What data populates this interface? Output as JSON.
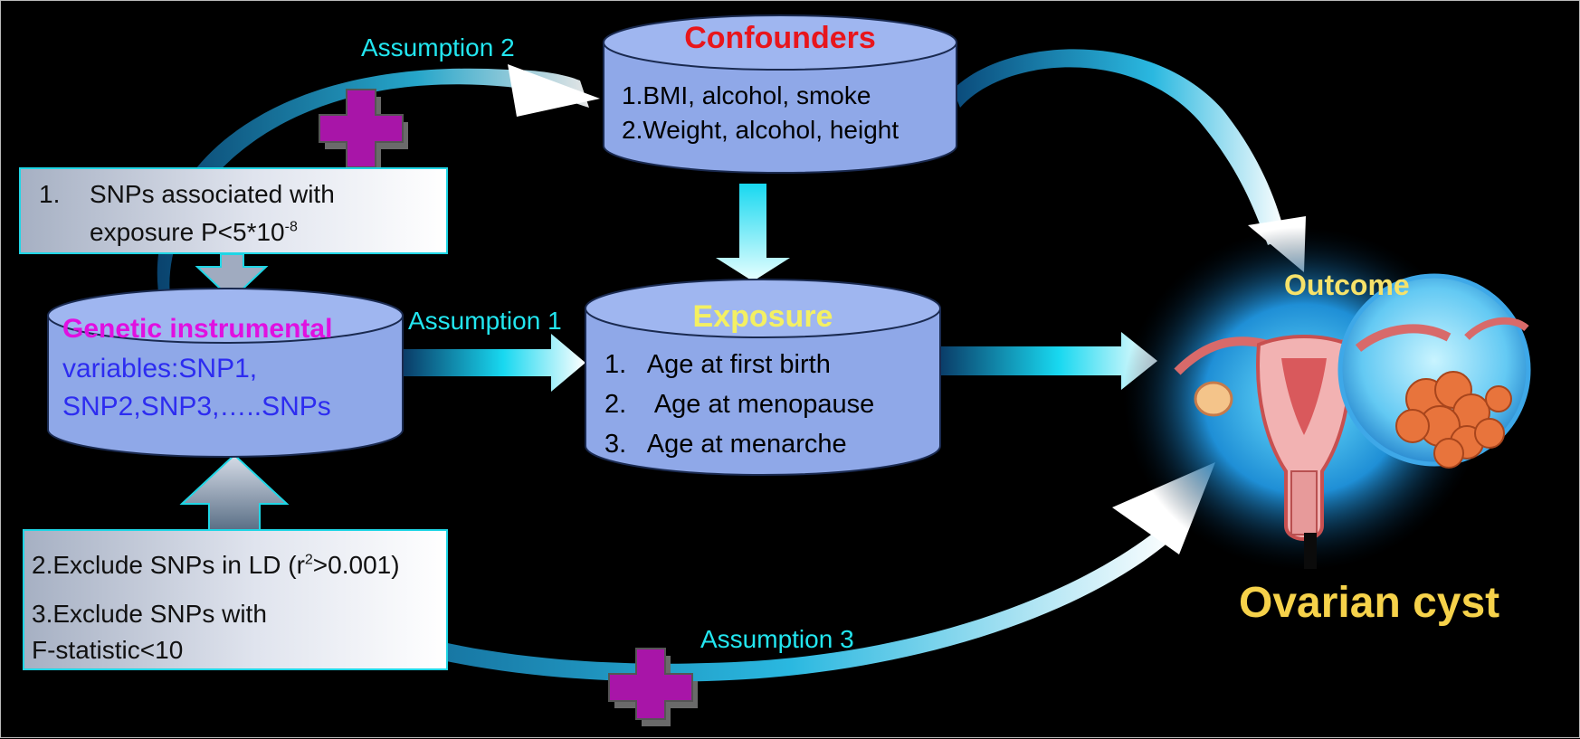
{
  "assumptions": {
    "a1": "Assumption 1",
    "a2": "Assumption 2",
    "a3": "Assumption 3"
  },
  "confounders": {
    "title": "Confounders",
    "line1": "1.BMI, alcohol, smoke",
    "line2": "2.Weight, alcohol, height"
  },
  "exposure": {
    "title": "Exposure",
    "items": [
      "1.   Age at first birth",
      "2.    Age at menopause",
      "3.   Age at menarche"
    ]
  },
  "instrument": {
    "title": "Genetic instrumental",
    "line1": "variables:SNP1,",
    "line2": "SNP2,SNP3,…..SNPs"
  },
  "step1": {
    "num": "1.",
    "line1": "SNPs associated with",
    "line2_pre": "exposure P<5*10",
    "line2_sup": "-8"
  },
  "step2": {
    "line1_pre": "2.Exclude SNPs in LD (r",
    "line1_sup": "2",
    "line1_post": ">0.001)",
    "line2": "3.Exclude SNPs with",
    "line3": "F-statistic<10"
  },
  "outcome": {
    "label": "Outcome",
    "name": "Ovarian cyst"
  },
  "colors": {
    "cylinder": "#8fa8e8",
    "cyan": "#22e6f0",
    "confounders_title": "#e8161c",
    "exposure_title": "#f4f062",
    "instrument_title": "#e010e0",
    "instrument_text": "#2d2cf0",
    "outcome": "#f6d24a",
    "plus": "#a815a8"
  }
}
